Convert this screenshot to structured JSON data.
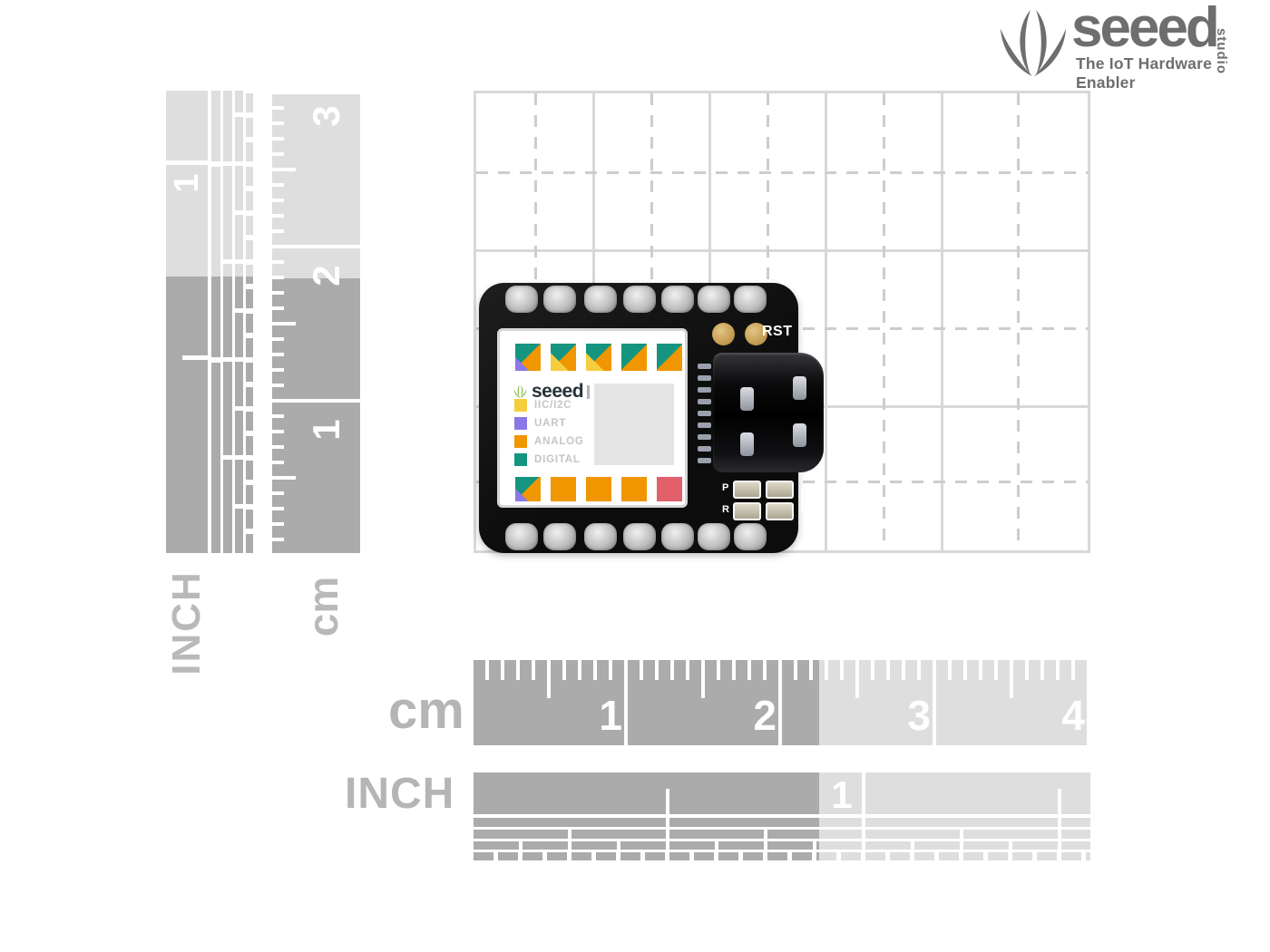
{
  "brand": {
    "wordmark": "seeed",
    "studio_label": "studio",
    "tagline": "The IoT Hardware Enabler"
  },
  "board": {
    "rst_label": "RST",
    "label_logo_text": "seeed",
    "legend": [
      {
        "label": "IIC/I2C",
        "color": "#F6CD3D"
      },
      {
        "label": "UART",
        "color": "#8C77E8"
      },
      {
        "label": "ANALOG",
        "color": "#F09600"
      },
      {
        "label": "DIGITAL",
        "color": "#15957F"
      }
    ],
    "swd_letters": {
      "left_top": "P",
      "left_bottom": "R"
    }
  },
  "rulers": {
    "left_inch": {
      "label": "INCH",
      "numbers": [
        "1"
      ]
    },
    "left_cm": {
      "label": "cm",
      "numbers": [
        "3",
        "2",
        "1"
      ]
    },
    "bottom_cm": {
      "label": "cm",
      "numbers": [
        "1",
        "2",
        "3",
        "4"
      ]
    },
    "bottom_inch": {
      "label": "INCH",
      "numbers": [
        "1"
      ]
    }
  },
  "theme": {
    "ruler_light": "#DEDEDE",
    "ruler_dark": "#ABABAB",
    "grid_line": "#D8D8D8",
    "ruler_label_gray": "#B5B5B5",
    "logo_gray": "#6E6E6E",
    "teal": "#15957F",
    "orange": "#F09600",
    "yellow": "#F6CD3D",
    "purple": "#8C77E8",
    "red": "#E2606A",
    "seeed_green": "#7DB343",
    "pcb_black": "#141414",
    "pad_gold": "#C7A05C"
  }
}
